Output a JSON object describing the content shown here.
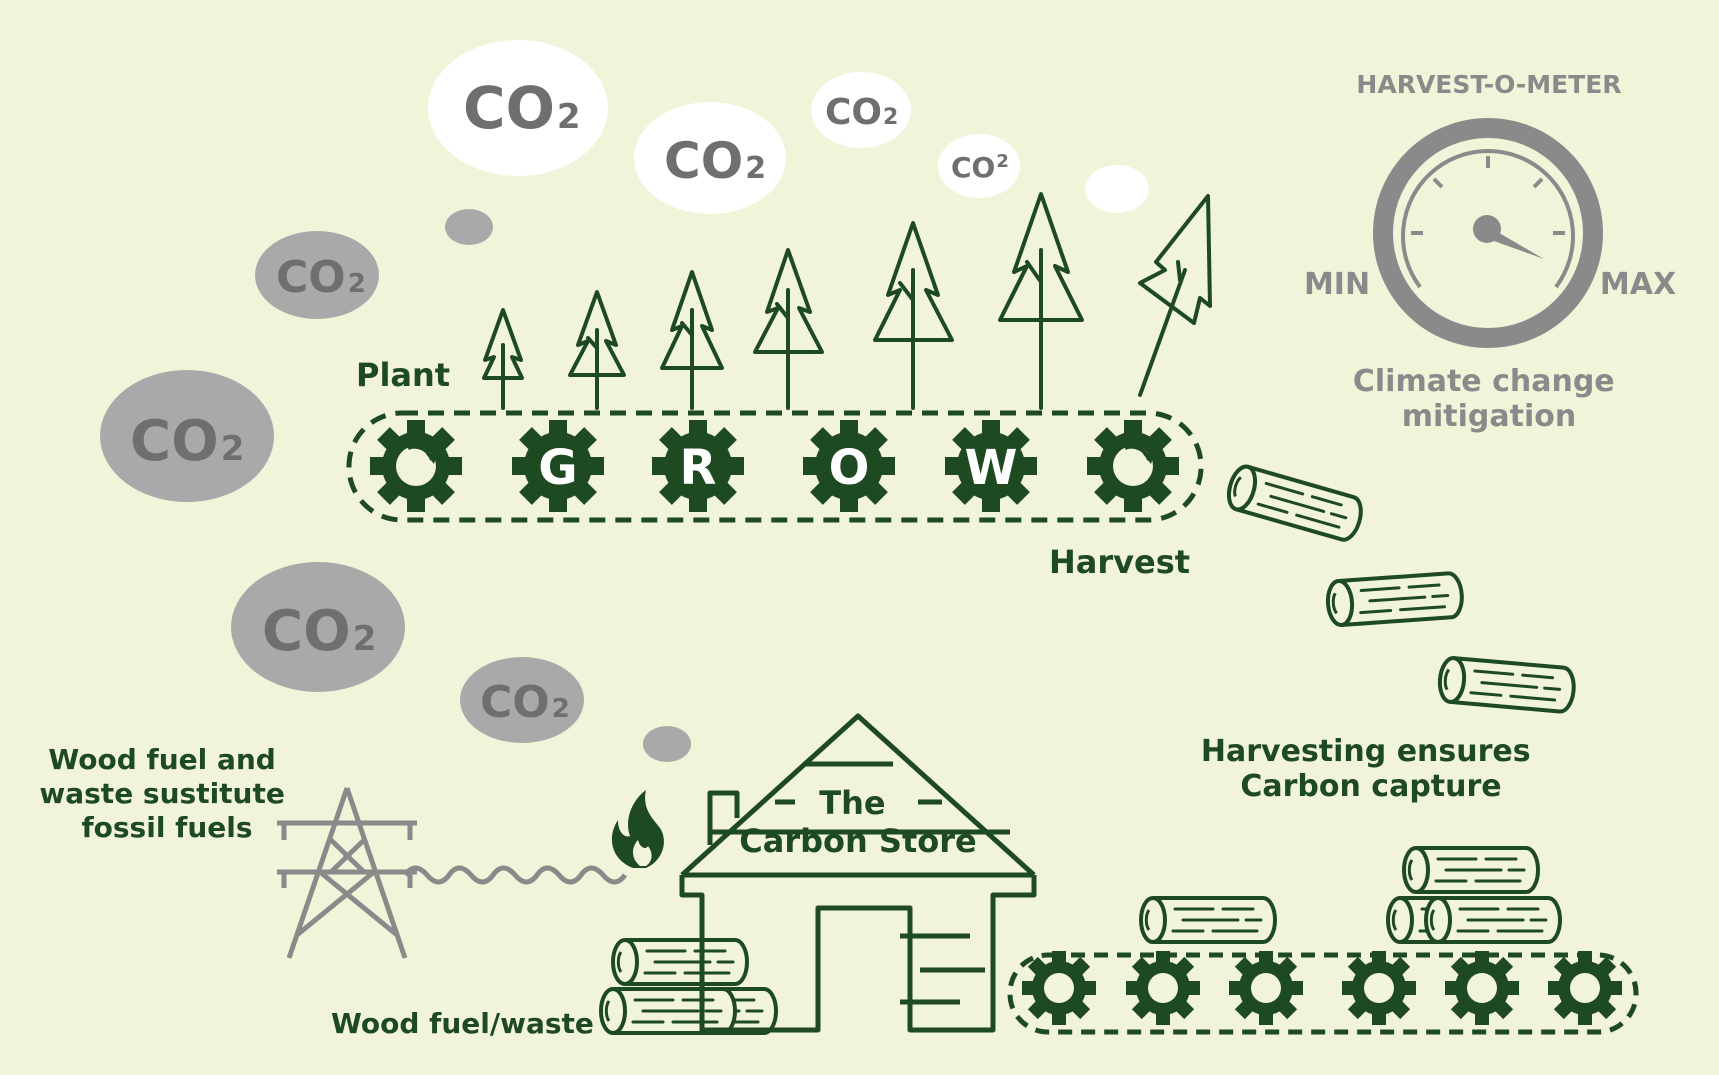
{
  "co2_label": "CO",
  "co2_subscript": "2",
  "grow_letters": [
    "G",
    "R",
    "O",
    "W"
  ],
  "labels": {
    "plant": "Plant",
    "harvest": "Harvest",
    "harvesting_line1": "Harvesting ensures",
    "harvesting_line2": "Carbon capture",
    "wood_fuel_line1": "Wood fuel and",
    "wood_fuel_line2": "waste sustitute",
    "wood_fuel_line3": "fossil fuels",
    "wood_fuel_waste": "Wood fuel/waste",
    "carbon_store_line1": "The",
    "carbon_store_line2": "Carbon Store"
  },
  "meter": {
    "title": "HARVEST-O-METER",
    "min": "MIN",
    "max": "MAX",
    "caption_line1": "Climate change",
    "caption_line2": "mitigation"
  },
  "colors": {
    "background": "#f1f4d9",
    "dark_green": "#1e4a22",
    "grey": "#8a8a8a",
    "cloud_white": "#ffffff",
    "cloud_grey": "#a9a9a9",
    "co2_text": "#6f6f6f"
  }
}
